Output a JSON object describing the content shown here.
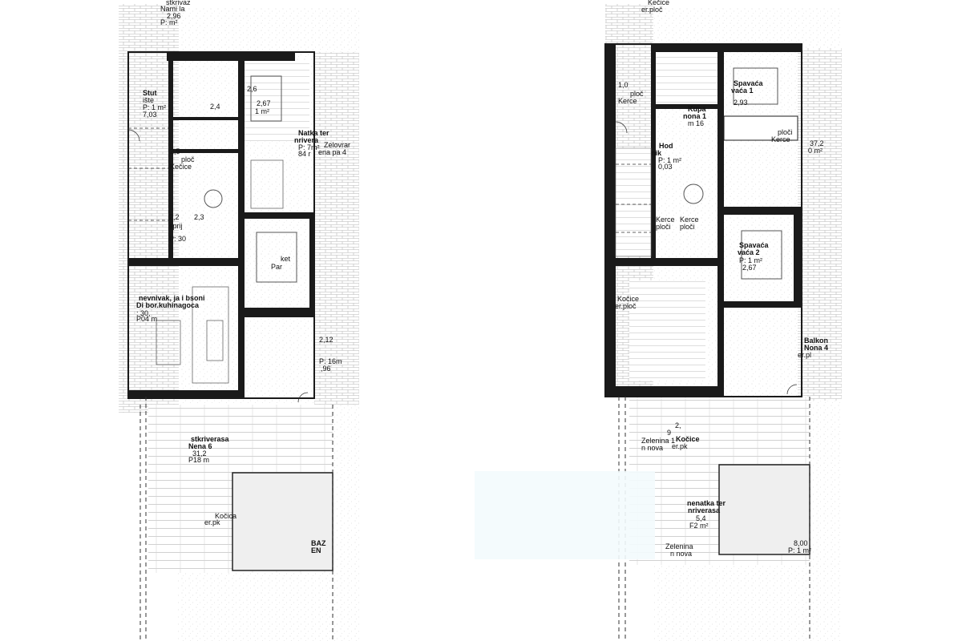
{
  "colors": {
    "wall": "#1a1a1a",
    "hatch": "#bdbdbd",
    "gravel": "#d9d9d9",
    "pool": "#efefef",
    "watermark": "#f3fbfd"
  },
  "unit_left": {
    "labels": {
      "top_name": "stkrivaz",
      "top_line2": "Nami la",
      "top_area1": "2,96",
      "top_area2": "P: m²",
      "stub1": "Stut",
      "stub2": "ište",
      "stub3": "P: 1 m²",
      "stub4": "7,03",
      "r1a": "2,6",
      "r1b": "2,67",
      "r1c": "1 m²",
      "r2a": "2,4",
      "terr1": "Natka ter",
      "terr2": "nrivera",
      "terr3": "P: 7m²",
      "terr4": "84 r",
      "zel1": "Zelovrar",
      "zel2": "ena pa 4",
      "plo1": "2,5",
      "plo2": "ploč",
      "plo3": "Kečice",
      "c1": "2,2",
      "c2": "2,3",
      "c3": "sprij",
      "c4": "P: 30",
      "par1": "ket",
      "par2": "Par",
      "dn1": "nevnivak, ja i bsoni",
      "dn2": "Di bor.kuhinagoca",
      "dn3": ": 30,",
      "dn4": "P04 m",
      "rs1": "2,12",
      "rs2": "P: 16m",
      "rs3": ",96",
      "yd1": "stkriverasa",
      "yd2": "Nena 6",
      "yd3": "31,2",
      "yd4": "P18 m",
      "ko1": "Kočica",
      "ko2": "er.pk",
      "pool1": "BAZ",
      "pool2": "EN"
    }
  },
  "unit_right": {
    "labels": {
      "top1": "Kečice",
      "top2": "er.ploč",
      "a1": "1,0",
      "a2": "ploč",
      "a3": "Kerce",
      "spa1": "Spavaća",
      "spa2": "vaća 1",
      "spa3": "2,93",
      "k1": "Kupa",
      "k2": "nona 1",
      "k3": "m 16",
      "pl1": "ploči",
      "pl2": "Kerce",
      "pl3": "37,2",
      "pl4": "0 m²",
      "hod1": "Hod",
      "hod2": "nik",
      "hod3": "P: 1 m²",
      "hod4": "0,03",
      "kp1": "Kerce",
      "kp2": "ploči",
      "kp3": "Kerce",
      "kp4": "ploči",
      "sp2a": "Spavaća",
      "sp2b": "vaća 2",
      "sp2c": "P: 1 m²",
      "sp2d": "2,67",
      "ko1": "Kočice",
      "ko2": "er.ploč",
      "bt1": "Balkon",
      "bt2": "Nona 4",
      "bt3": "er.pl",
      "ze1": "Zelenina 1",
      "ze2": "n nova",
      "zk1": "Kočice",
      "zk2": "er.pk",
      "zk3": "2,",
      "zk4": "9",
      "nt1": "nenatka ter",
      "nt2": "nriverasa",
      "nt3": "5,4",
      "nt4": "F2 m²",
      "zn1": "Zelenina",
      "zn2": "n nova",
      "pool1": "8,00",
      "pool2": "P: 1 m²"
    }
  }
}
